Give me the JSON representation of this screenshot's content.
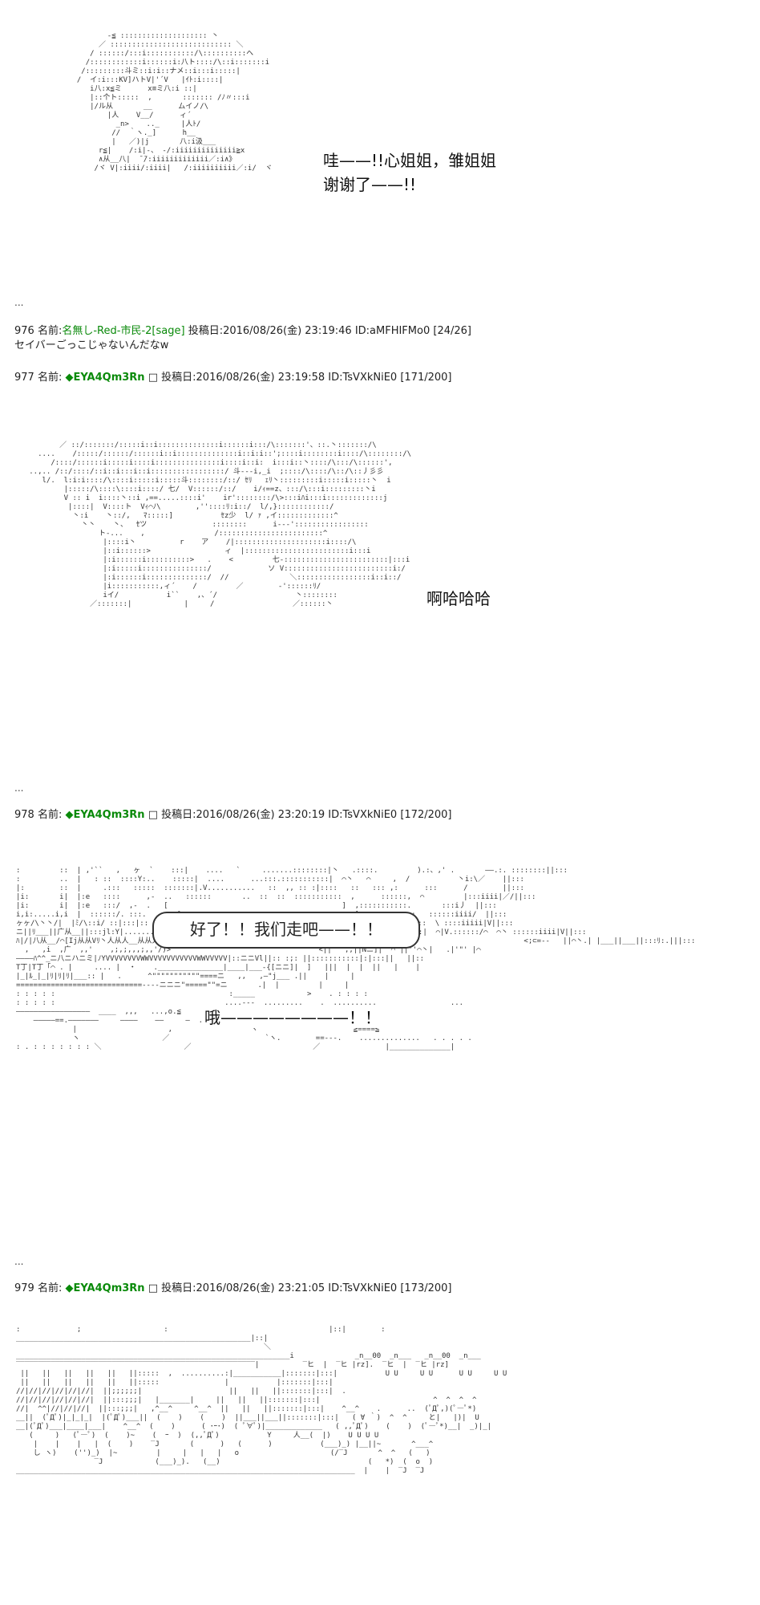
{
  "panel1": {
    "dialogue_line1": "哇——!!心姐姐，雏姐姐",
    "dialogue_line2": "谢谢了——!!"
  },
  "post976": {
    "number": "976",
    "name_label": "名前:",
    "name": "名無し-Red-市民-2",
    "sage": "[sage]",
    "date_label": "投稿日:",
    "date": "2016/08/26(金) 23:19:46",
    "id": "ID:aMFHIFMo0",
    "count": "[24/26]",
    "body": "セイバーごっこじゃないんだなw"
  },
  "post977": {
    "number": "977",
    "name_label": "名前:",
    "trip": "◆EYA4Qm3Rn",
    "date_label": "投稿日:",
    "date": "2016/08/26(金) 23:19:58",
    "id": "ID:TsVXkNiE0",
    "count": "[171/200]",
    "dialogue": "啊哈哈哈"
  },
  "post978": {
    "number": "978",
    "name_label": "名前:",
    "trip": "◆EYA4Qm3Rn",
    "date_label": "投稿日:",
    "date": "2016/08/26(金) 23:20:19",
    "id": "ID:TsVXkNiE0",
    "count": "[172/200]",
    "bubble_text": "好了！！我们走吧——！！",
    "shout_text": "哦————————！！"
  },
  "post979": {
    "number": "979",
    "name_label": "名前:",
    "trip": "◆EYA4Qm3Rn",
    "date_label": "投稿日:",
    "date": "2016/08/26(金) 23:21:05",
    "id": "ID:TsVXkNiE0",
    "count": "[173/200]"
  },
  "separator": "..."
}
